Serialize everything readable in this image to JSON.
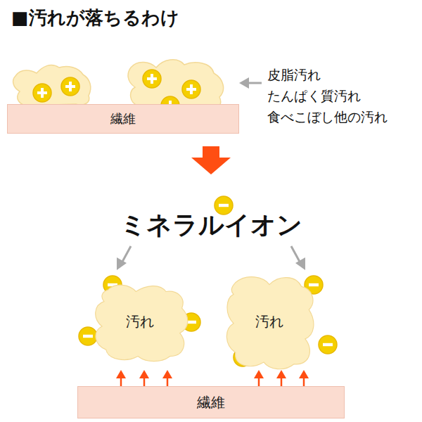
{
  "diagram": {
    "title": "■汚れが落ちるわけ",
    "nodes": [
      {
        "text": [
          "繊維"
        ]
      },
      {
        "text": [
          "汚れ"
        ]
      },
      {
        "text": [
          "汚れ"
        ]
      },
      {
        "text": [
          "繊維"
        ]
      }
    ],
    "labels": [
      "皮脂汚れ",
      "たんぱく質汚れ",
      "食べこぼし他の汚れ",
      "ミネラルイオン"
    ]
  }
}
